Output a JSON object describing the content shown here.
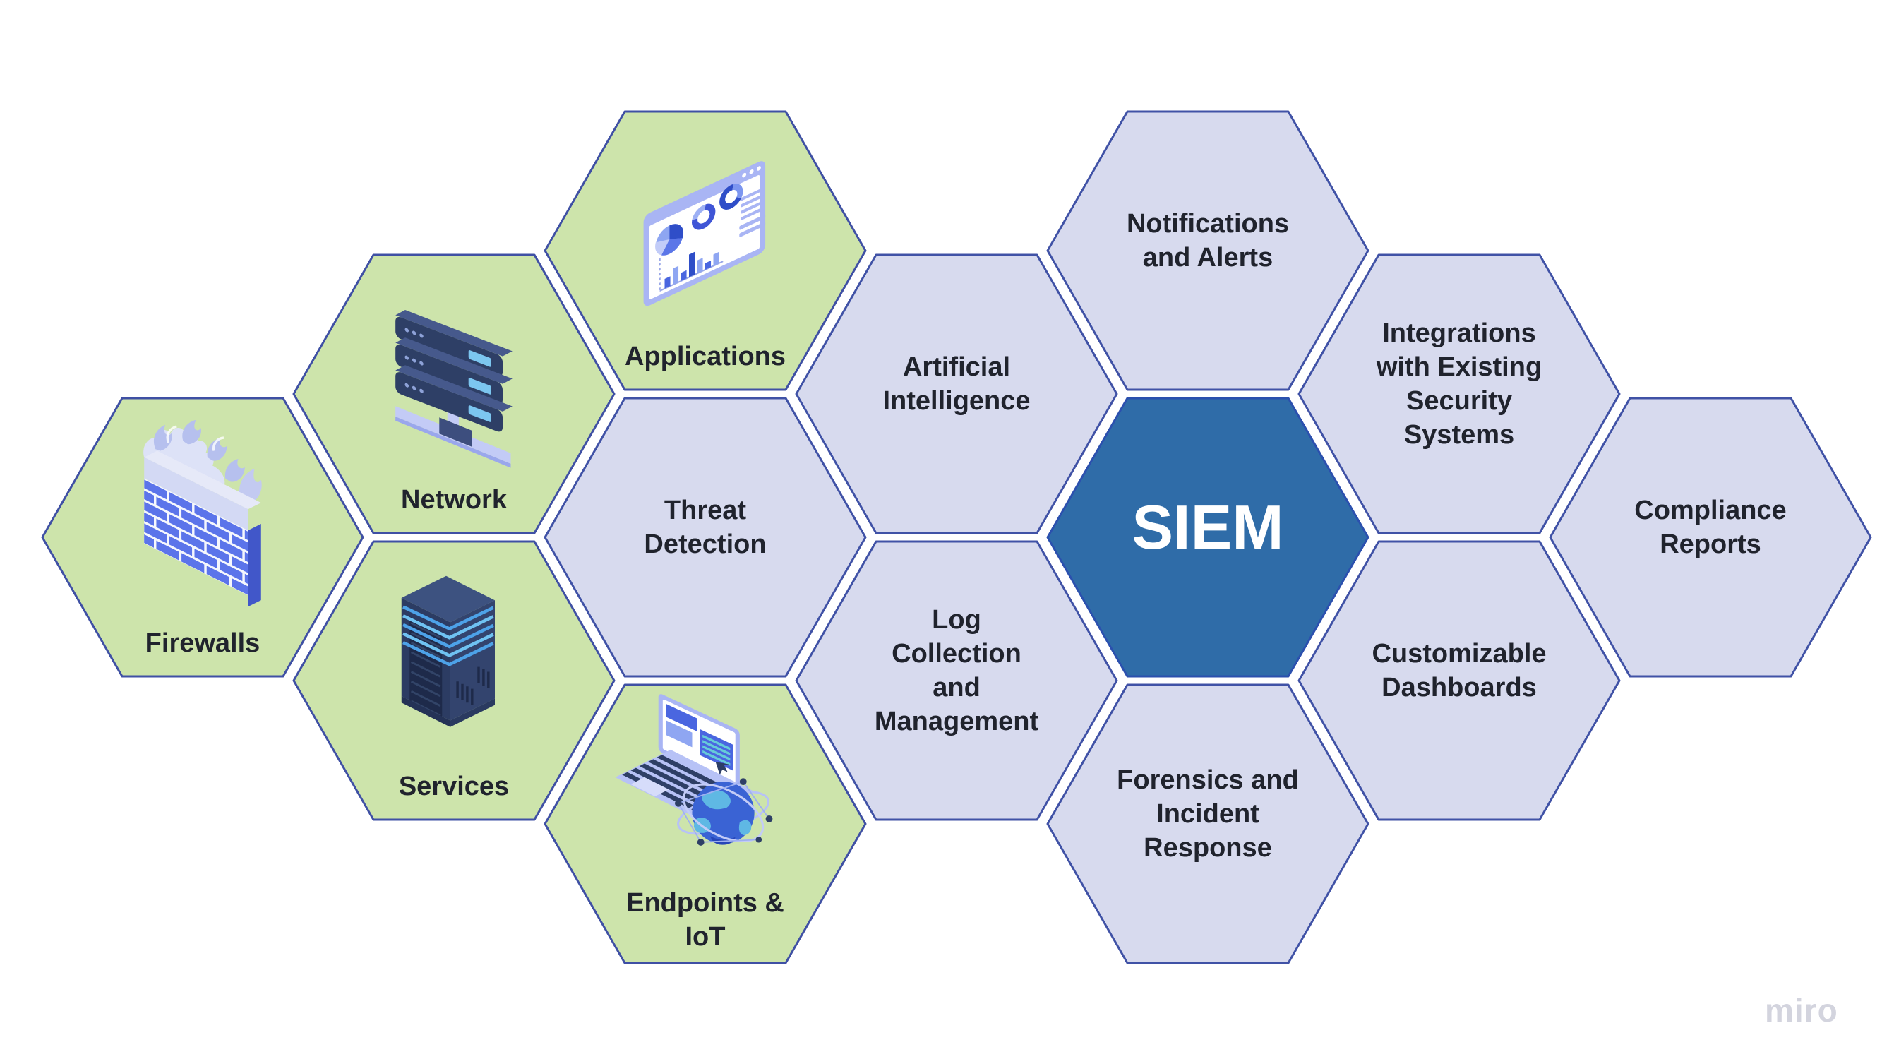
{
  "diagram": {
    "hexagons": [
      {
        "id": "firewalls",
        "label": "Firewalls",
        "category": "source",
        "icon": "firewall-icon"
      },
      {
        "id": "network",
        "label": "Network",
        "category": "source",
        "icon": "server-stack-icon"
      },
      {
        "id": "services",
        "label": "Services",
        "category": "source",
        "icon": "server-tower-icon"
      },
      {
        "id": "applications",
        "label": "Applications",
        "category": "source",
        "icon": "dashboard-window-icon"
      },
      {
        "id": "threat-detection",
        "label": "Threat\nDetection",
        "category": "feature"
      },
      {
        "id": "endpoints-iot",
        "label": "Endpoints &\nIoT",
        "category": "source",
        "icon": "laptop-globe-icon"
      },
      {
        "id": "artificial-intelligence",
        "label": "Artificial\nIntelligence",
        "category": "feature"
      },
      {
        "id": "log-collection-management",
        "label": "Log\nCollection\nand\nManagement",
        "category": "feature"
      },
      {
        "id": "notifications-alerts",
        "label": "Notifications\nand Alerts",
        "category": "feature"
      },
      {
        "id": "siem",
        "label": "SIEM",
        "category": "center"
      },
      {
        "id": "forensics-incident-response",
        "label": "Forensics and\nIncident\nResponse",
        "category": "feature"
      },
      {
        "id": "integrations-existing-security",
        "label": "Integrations\nwith Existing\nSecurity\nSystems",
        "category": "feature"
      },
      {
        "id": "customizable-dashboards",
        "label": "Customizable\nDashboards",
        "category": "feature"
      },
      {
        "id": "compliance-reports",
        "label": "Compliance\nReports",
        "category": "feature"
      }
    ],
    "colors": {
      "background": "#ffffff",
      "source_fill": "#cde4ab",
      "feature_fill": "#d7daee",
      "center_fill": "#2f6ca8",
      "hex_border": "#3f50a4",
      "center_border": "#2b50ae",
      "label": "#20232d",
      "center_label": "#ffffff",
      "watermark": "#d3d4de"
    },
    "watermark": "miro"
  }
}
